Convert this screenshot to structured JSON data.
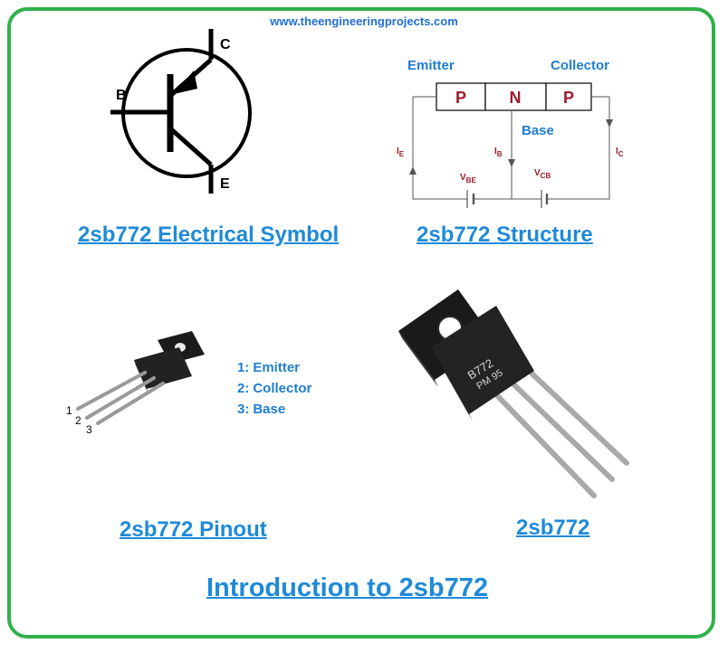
{
  "header": {
    "site": "www.theengineeringprojects.com"
  },
  "symbol": {
    "label_c": "C",
    "label_b": "B",
    "label_e": "E"
  },
  "structure": {
    "emitter": "Emitter",
    "collector": "Collector",
    "base": "Base",
    "layers": [
      "P",
      "N",
      "P"
    ],
    "ie": "I",
    "ie_sub": "E",
    "ib": "I",
    "ib_sub": "B",
    "ic": "I",
    "ic_sub": "C",
    "vbe": "V",
    "vbe_sub": "BE",
    "vcb": "V",
    "vcb_sub": "CB"
  },
  "pinout": {
    "pins": [
      {
        "num": "1:",
        "name": "Emitter"
      },
      {
        "num": "2:",
        "name": "Collector"
      },
      {
        "num": "3:",
        "name": "Base"
      }
    ],
    "leg_numbers": [
      "1",
      "2",
      "3"
    ]
  },
  "package": {
    "marking_top": "B772",
    "marking_bottom": "PM 95"
  },
  "captions": {
    "symbol": "2sb772 Electrical Symbol",
    "structure": "2sb772 Structure",
    "pinout": "2sb772 Pinout",
    "photo": "2sb772",
    "title": "Introduction to 2sb772"
  },
  "colors": {
    "border": "#2fb14a",
    "caption": "#1f8ad9",
    "label": "#1f7ed0",
    "layer_text": "#9b1b2d"
  }
}
